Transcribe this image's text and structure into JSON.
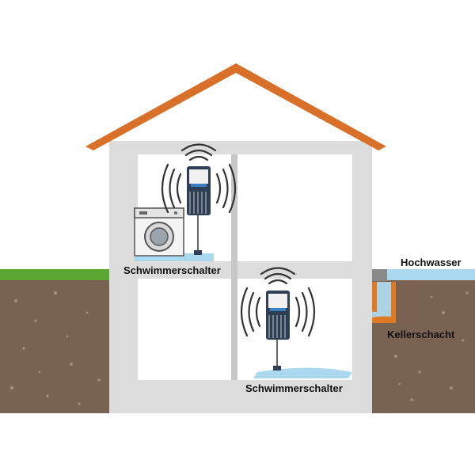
{
  "labels": {
    "upper_switch": "Schwimmerschalter",
    "lower_switch": "Schwimmerschalter",
    "flood": "Hochwasser",
    "cellar_shaft": "Kellerschacht"
  },
  "colors": {
    "roof": "#d8702a",
    "wall": "#dcdcdc",
    "interior": "#ffffff",
    "soil": "#7a6252",
    "grass": "#5aa832",
    "water": "#a9d8ef",
    "shaft": "#e07a22",
    "device": "#2d3e55"
  },
  "icons": [
    "washing-machine-icon",
    "water-alarm-device-icon",
    "signal-wave-icon"
  ]
}
